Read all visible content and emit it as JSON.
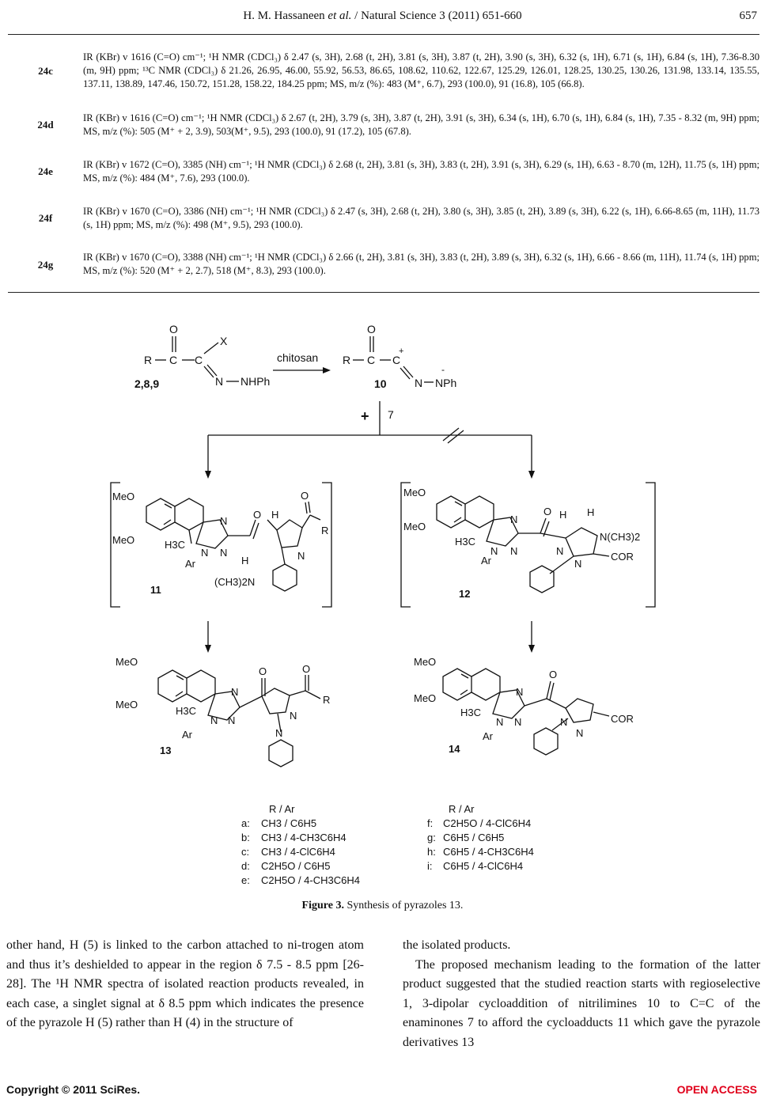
{
  "header": {
    "title_prefix": "H. M. Hassaneen ",
    "title_italic": "et al.",
    "title_suffix": " / Natural Science 3 (2011) 651-660",
    "page_number": "657"
  },
  "table": {
    "rows": [
      {
        "compound": "24c",
        "data": "IR (KBr) v 1616 (C=O) cm⁻¹; ¹H NMR (CDCl₃) δ 2.47 (s, 3H), 2.68 (t, 2H), 3.81 (s, 3H), 3.87 (t, 2H), 3.90 (s, 3H), 6.32 (s, 1H), 6.71 (s, 1H), 6.84 (s, 1H), 7.36-8.30 (m, 9H) ppm; ¹³C NMR (CDCl₃) δ 21.26, 26.95, 46.00, 55.92, 56.53, 86.65, 108.62, 110.62, 122.67, 125.29, 126.01, 128.25, 130.25, 130.26, 131.98, 133.14, 135.55, 137.11, 138.89, 147.46, 150.72, 151.28, 158.22, 184.25 ppm; MS, m/z (%): 483 (M⁺, 6.7), 293 (100.0), 91 (16.8), 105 (66.8)."
      },
      {
        "compound": "24d",
        "data": "IR (KBr) v 1616 (C=O) cm⁻¹; ¹H NMR (CDCl₃) δ 2.67 (t, 2H), 3.79 (s, 3H), 3.87 (t, 2H), 3.91 (s, 3H), 6.34 (s, 1H), 6.70 (s, 1H), 6.84 (s, 1H), 7.35 - 8.32 (m, 9H) ppm; MS, m/z (%): 505 (M⁺ + 2, 3.9), 503(M⁺, 9.5), 293 (100.0), 91 (17.2), 105 (67.8)."
      },
      {
        "compound": "24e",
        "data": "IR (KBr) v 1672 (C=O), 3385 (NH) cm⁻¹; ¹H NMR (CDCl₃) δ 2.68 (t, 2H), 3.81 (s, 3H), 3.83 (t, 2H), 3.91 (s, 3H), 6.29 (s, 1H), 6.63 - 8.70 (m, 12H), 11.75 (s, 1H) ppm; MS, m/z (%): 484 (M⁺, 7.6), 293 (100.0)."
      },
      {
        "compound": "24f",
        "data": "IR (KBr) v 1670 (C=O), 3386 (NH) cm⁻¹; ¹H NMR (CDCl₃) δ 2.47 (s, 3H), 2.68 (t, 2H), 3.80 (s, 3H), 3.85 (t, 2H), 3.89 (s, 3H), 6.22 (s, 1H), 6.66-8.65 (m, 11H), 11.73 (s, 1H) ppm; MS, m/z (%): 498 (M⁺, 9.5), 293 (100.0)."
      },
      {
        "compound": "24g",
        "data": "IR (KBr) v 1670 (C=O), 3388 (NH) cm⁻¹; ¹H NMR (CDCl₃) δ 2.66 (t, 2H), 3.81 (s, 3H), 3.83 (t, 2H), 3.89 (s, 3H), 6.32 (s, 1H), 6.66 - 8.66 (m, 11H), 11.74 (s, 1H) ppm; MS, m/z (%): 520 (M⁺ + 2, 2.7), 518 (M⁺, 8.3), 293 (100.0)."
      }
    ]
  },
  "scheme": {
    "reagent": "chitosan",
    "start_label": "2,8,9",
    "start_X": "X",
    "start_O": "O",
    "start_R": "R",
    "start_C": "C",
    "start_N": "N",
    "start_NHPh": "NHPh",
    "nitrilimine_label": "10",
    "nitrilimine_plus": "+",
    "nitrilimine_minus": "-",
    "nitrilimine_NPh": "NPh",
    "plus_sign": "+",
    "enaminone_label": "7",
    "compound_11": "11",
    "compound_12": "12",
    "compound_13": "13",
    "compound_14": "14",
    "MeO": "MeO",
    "H3C": "H3C",
    "Ar": "Ar",
    "NMe2_11": "(CH3)2N",
    "NMe2_12": "N(CH3)2",
    "COR": "COR",
    "H": "H",
    "N": "N",
    "R": "R",
    "O": "O",
    "legend_title": "R / Ar",
    "legend_left": [
      {
        "k": "a:",
        "v": "CH3 / C6H5"
      },
      {
        "k": "b:",
        "v": "CH3 / 4-CH3C6H4"
      },
      {
        "k": "c:",
        "v": "CH3 / 4-ClC6H4"
      },
      {
        "k": "d:",
        "v": "C2H5O / C6H5"
      },
      {
        "k": "e:",
        "v": "C2H5O / 4-CH3C6H4"
      }
    ],
    "legend_right": [
      {
        "k": "f:",
        "v": "C2H5O / 4-ClC6H4"
      },
      {
        "k": "g:",
        "v": "C6H5 / C6H5"
      },
      {
        "k": "h:",
        "v": "C6H5 / 4-CH3C6H4"
      },
      {
        "k": "i:",
        "v": "C6H5 / 4-ClC6H4"
      }
    ]
  },
  "caption": {
    "label": "Figure 3.",
    "text": " Synthesis of pyrazoles 13."
  },
  "body": {
    "left": "other hand, H (5) is linked to the carbon attached to ni-trogen atom and thus it’s deshielded to appear in the region δ 7.5 - 8.5 ppm [26-28]. The ¹H NMR spectra of isolated reaction products revealed, in each case, a singlet signal at δ 8.5 ppm which indicates the presence of the pyrazole H (5) rather than H (4) in the structure of",
    "right_p1": "the isolated products.",
    "right_p2": "The proposed mechanism leading to the formation of the latter product suggested that the studied reaction starts with regioselective 1, 3-dipolar cycloaddition of nitrilimines 10 to C=C of the enaminones 7 to afford the cycloadducts 11 which gave the pyrazole derivatives 13"
  },
  "footer": {
    "copyright": "Copyright © 2011 SciRes.",
    "open_access": "OPEN ACCESS",
    "open_access_color": "#e0001b"
  }
}
